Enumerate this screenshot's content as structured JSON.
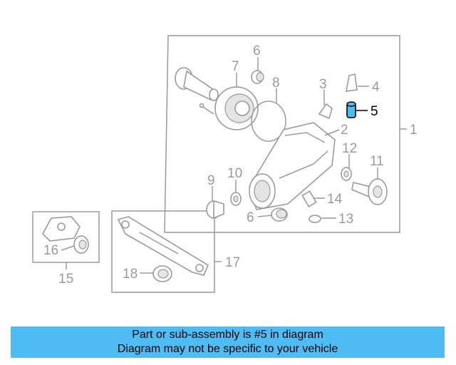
{
  "diagram": {
    "callouts": {
      "c1": "1",
      "c2": "2",
      "c3": "3",
      "c4": "4",
      "c5": "5",
      "c6_top": "6",
      "c6_bottom": "6",
      "c7": "7",
      "c8": "8",
      "c9": "9",
      "c10": "10",
      "c11": "11",
      "c12": "12",
      "c13": "13",
      "c14": "14",
      "c15": "15",
      "c16": "16",
      "c17": "17",
      "c18": "18"
    },
    "highlighted_part": "5",
    "line_color": "#9a9a9a",
    "highlight_color": "#4fbcf4"
  },
  "banner": {
    "line1": "Part or sub-assembly is #5 in diagram",
    "line2": "Diagram may not be specific to your vehicle",
    "background": "#4fbcf4"
  }
}
